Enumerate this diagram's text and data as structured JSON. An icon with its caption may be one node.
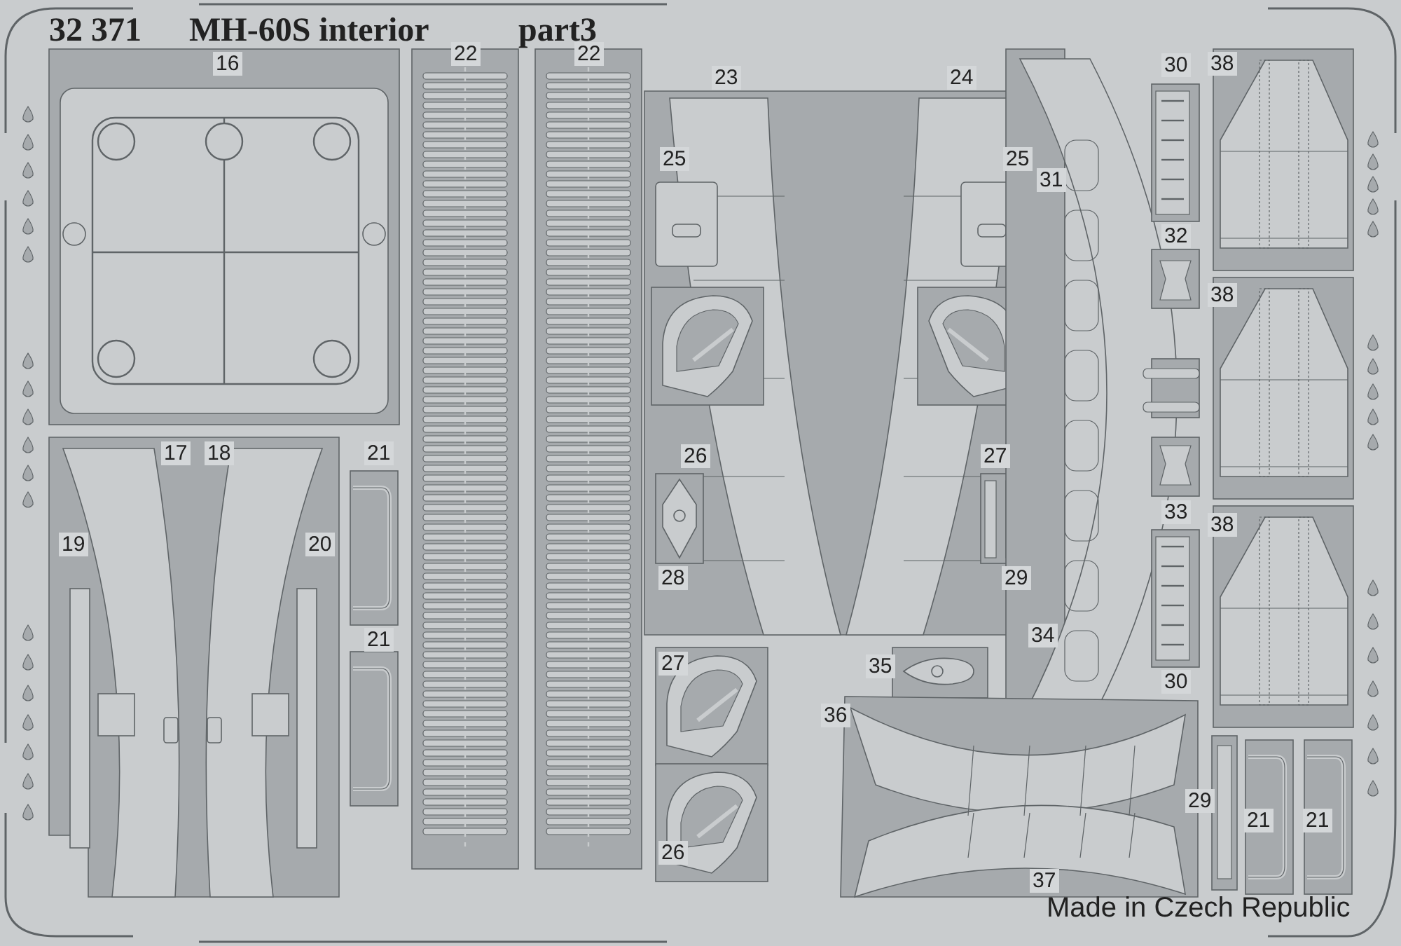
{
  "diagram": {
    "labels": [
      "32 371",
      "MH-60S interior",
      "part3",
      "16",
      "22",
      "22",
      "23",
      "24",
      "30",
      "38",
      "25",
      "25",
      "31",
      "32",
      "38",
      "17",
      "18",
      "21",
      "26",
      "27",
      "19",
      "20",
      "28",
      "29",
      "33",
      "38",
      "21",
      "34",
      "27",
      "35",
      "30",
      "36",
      "29",
      "21",
      "21",
      "26",
      "37",
      "Made in Czech Republic"
    ]
  }
}
